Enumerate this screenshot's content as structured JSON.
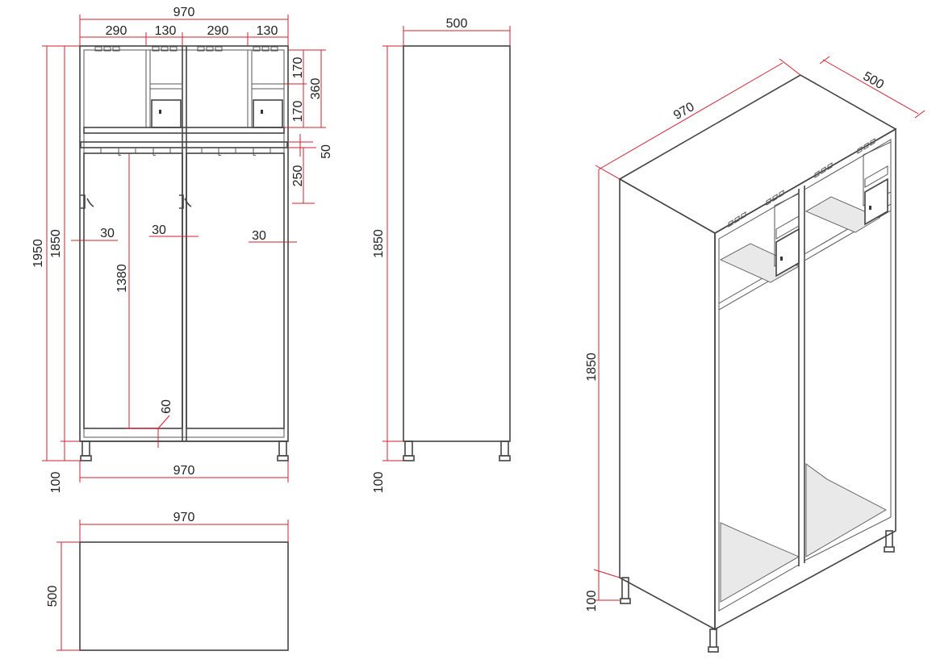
{
  "front_view": {
    "overall_width": "970",
    "compartment_width_1": "290",
    "locker_width_1": "130",
    "compartment_width_2": "290",
    "locker_width_2": "130",
    "overall_height": "1950",
    "body_height": "1850",
    "top_section_height": "360",
    "upper_locker_height": "170",
    "lower_locker_height": "170",
    "shelf_thickness": "50",
    "hook_rail_height": "250",
    "door_height": "1380",
    "door_gap": "60",
    "left_gap": "30",
    "center_gap": "30",
    "right_gap": "30",
    "leg_height": "100",
    "bottom_width": "970"
  },
  "side_view": {
    "depth": "500",
    "body_height": "1850",
    "leg_height": "100"
  },
  "top_view": {
    "width": "970",
    "depth": "500"
  },
  "iso_view": {
    "width": "970",
    "depth": "500",
    "body_height": "1850",
    "leg_height": "100"
  },
  "colors": {
    "dimension_lines": "#d02030",
    "outline": "#444444"
  }
}
